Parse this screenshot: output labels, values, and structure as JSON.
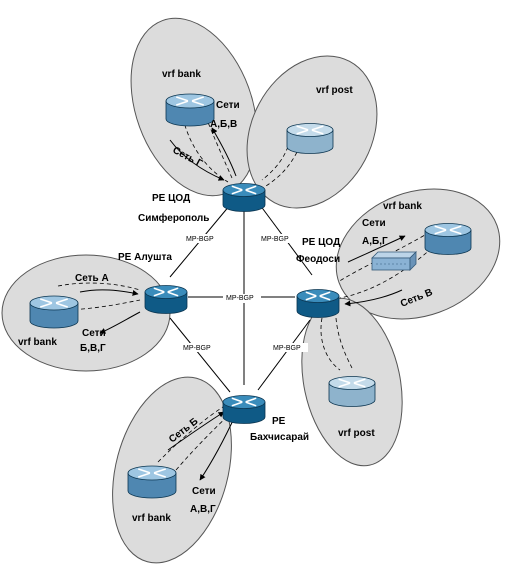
{
  "colors": {
    "bubble_fill": "#dcdcdc",
    "bubble_stroke": "#555555",
    "pe_router_fill": "#0f5a86",
    "pe_router_top": "#3a8cbb",
    "ce_router_fill": "#4f87b1",
    "ce_router_top": "#9ec6e2",
    "ce_router_faded_fill": "#8eb3cc",
    "ce_router_faded_top": "#c4dbea",
    "switch_fill": "#8ab2d4"
  },
  "pe_nodes": {
    "simferopol": {
      "line1": "PE ЦОД",
      "line2": "Симферополь"
    },
    "alushta": {
      "line1": "PE Алушта"
    },
    "feodosia": {
      "line1": "PE ЦОД",
      "line2": "Феодоси"
    },
    "bakhchisaray": {
      "line1": "PE",
      "line2": "Бахчисарай"
    }
  },
  "links": {
    "simf_alushta": "MP-BGP",
    "simf_feodosia": "MP-BGP",
    "alushta_feodosia": "MP-BGP",
    "alushta_bakh": "MP-BGP",
    "feodosia_bakh": "MP-BGP"
  },
  "sites": {
    "simf_bank": {
      "vrf": "vrf bank",
      "nets_line1": "Сети",
      "nets_line2": "А,Б,В",
      "net": "Сеть Г"
    },
    "simf_post": {
      "vrf": "vrf post"
    },
    "alushta_bank": {
      "vrf": "vrf bank",
      "net": "Сеть А",
      "nets_line1": "Сети",
      "nets_line2": "Б,В,Г"
    },
    "feodosia_bank": {
      "vrf": "vrf bank",
      "nets_line1": "Сети",
      "nets_line2": "А,Б,Г",
      "net": "Сеть В"
    },
    "feodosia_post": {
      "vrf": "vrf post"
    },
    "bakh_bank": {
      "vrf": "vrf bank",
      "net": "Сеть Б",
      "nets_line1": "Сети",
      "nets_line2": "А,В,Г"
    }
  }
}
